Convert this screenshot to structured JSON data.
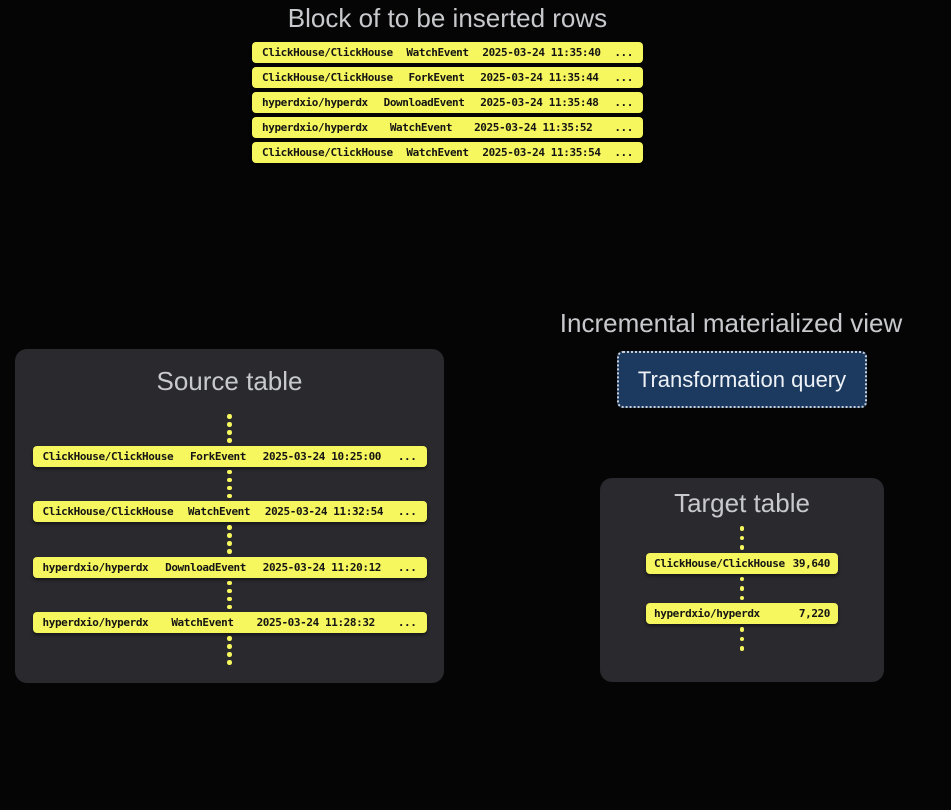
{
  "top_block": {
    "title": "Block of to be inserted rows",
    "rows": [
      {
        "repo": "ClickHouse/ClickHouse",
        "event": "WatchEvent",
        "timestamp": "2025-03-24 11:35:40",
        "more": "..."
      },
      {
        "repo": "ClickHouse/ClickHouse",
        "event": "ForkEvent",
        "timestamp": "2025-03-24 11:35:44",
        "more": "..."
      },
      {
        "repo": "hyperdxio/hyperdx",
        "event": "DownloadEvent",
        "timestamp": "2025-03-24 11:35:48",
        "more": "..."
      },
      {
        "repo": "hyperdxio/hyperdx",
        "event": "WatchEvent",
        "timestamp": "2025-03-24 11:35:52",
        "more": "..."
      },
      {
        "repo": "ClickHouse/ClickHouse",
        "event": "WatchEvent",
        "timestamp": "2025-03-24 11:35:54",
        "more": "..."
      }
    ]
  },
  "source_table": {
    "title": "Source table",
    "rows": [
      {
        "repo": "ClickHouse/ClickHouse",
        "event": "ForkEvent",
        "timestamp": "2025-03-24 10:25:00",
        "more": "..."
      },
      {
        "repo": "ClickHouse/ClickHouse",
        "event": "WatchEvent",
        "timestamp": "2025-03-24 11:32:54",
        "more": "..."
      },
      {
        "repo": "hyperdxio/hyperdx",
        "event": "DownloadEvent",
        "timestamp": "2025-03-24 11:20:12",
        "more": "..."
      },
      {
        "repo": "hyperdxio/hyperdx",
        "event": "WatchEvent",
        "timestamp": "2025-03-24 11:28:32",
        "more": "..."
      }
    ]
  },
  "materialized_view": {
    "title": "Incremental materialized view",
    "query_label": "Transformation query"
  },
  "target_table": {
    "title": "Target table",
    "rows": [
      {
        "repo": "ClickHouse/ClickHouse",
        "count": "39,640"
      },
      {
        "repo": "hyperdxio/hyperdx",
        "count": "7,220"
      }
    ]
  },
  "colors": {
    "background": "#050506",
    "panel": "#29292e",
    "row_yellow": "#f6f65e",
    "accent_navy": "#1c3a5f",
    "title_gray": "#c8c9cc"
  }
}
